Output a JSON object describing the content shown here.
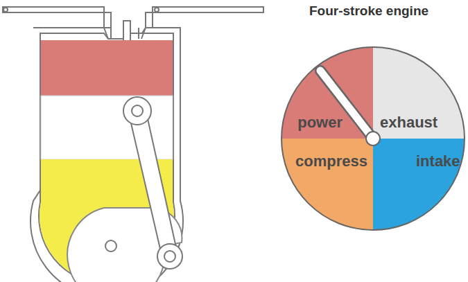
{
  "diagram": {
    "title": "Four-stroke engine",
    "labels": [
      "power",
      "exhaust",
      "compress",
      "intake"
    ]
  }
}
